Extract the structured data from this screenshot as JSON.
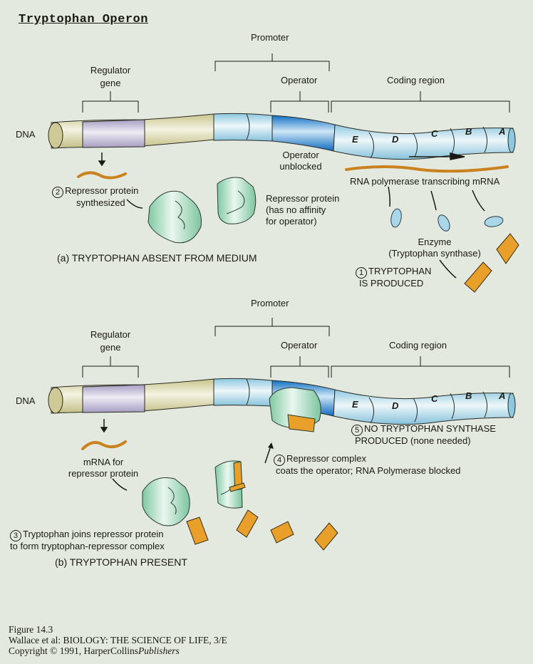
{
  "title": "Tryptophan Operon",
  "colors": {
    "background": "#e3e9df",
    "regulator_gene": "#b4abcc",
    "flank_tan": "#d2cf9e",
    "promoter": "#a9d7e8",
    "operator": "#1a7ccc",
    "coding": "#a9d7e8",
    "repressor": "#8fd3b0",
    "tryptophan": "#e8a02a",
    "mrna": "#e8a02a",
    "enzyme": "#a9d7e8"
  },
  "panel_a": {
    "dna_label": "DNA",
    "promoter_label": "Promoter",
    "regulator_label_line1": "Regulator",
    "regulator_label_line2": "gene",
    "operator_label": "Operator",
    "coding_label": "Coding region",
    "genes": [
      "E",
      "D",
      "C",
      "B",
      "A"
    ],
    "operator_status_line1": "Operator",
    "operator_status_line2": "unblocked",
    "step2_number": "2",
    "step2_line1": "Repressor protein",
    "step2_line2": "synthesized",
    "repressor_line1": "Repressor protein",
    "repressor_line2": "(has no affinity",
    "repressor_line3": "for operator)",
    "rna_pol_label": "RNA polymerase transcribing mRNA",
    "enzyme_line1": "Enzyme",
    "enzyme_line2": "(Tryptophan synthase)",
    "step1_number": "1",
    "step1_line1": "TRYPTOPHAN",
    "step1_line2": "IS PRODUCED",
    "heading": "(a) TRYPTOPHAN ABSENT FROM MEDIUM"
  },
  "panel_b": {
    "dna_label": "DNA",
    "promoter_label": "Promoter",
    "regulator_label_line1": "Regulator",
    "regulator_label_line2": "gene",
    "operator_label": "Operator",
    "coding_label": "Coding region",
    "genes": [
      "E",
      "D",
      "C",
      "B",
      "A"
    ],
    "step5_number": "5",
    "step5_line1": "NO TRYPTOPHAN SYNTHASE",
    "step5_line2": "PRODUCED (none needed)",
    "step4_number": "4",
    "step4_line1": "Repressor complex",
    "step4_line2": "coats the operator; RNA Polymerase blocked",
    "mrna_line1": "mRNA for",
    "mrna_line2": "repressor protein",
    "step3_number": "3",
    "step3_line1": "Tryptophan joins repressor protein",
    "step3_line2": "to form tryptophan-repressor complex",
    "heading": "(b) TRYPTOPHAN PRESENT"
  },
  "caption": {
    "line1": "Figure 14.3",
    "line2": "Wallace et al: BIOLOGY: THE SCIENCE OF LIFE, 3/E",
    "line3_prefix": "Copyright © 1991, HarperCollins",
    "line3_italic": "Publishers"
  }
}
